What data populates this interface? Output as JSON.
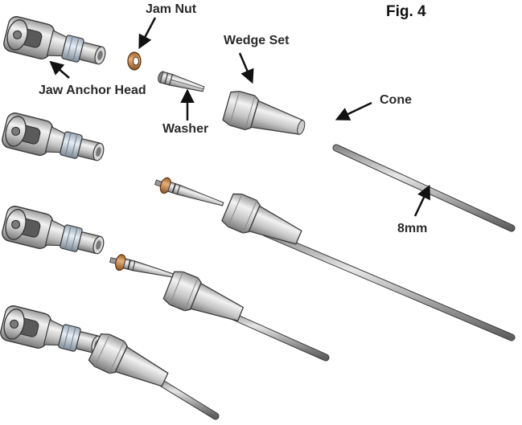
{
  "figure": {
    "label": "Fig. 4"
  },
  "callouts": {
    "jam_nut": "Jam Nut",
    "jaw_anchor_head": "Jaw Anchor Head",
    "washer": "Washer",
    "wedge_set": "Wedge Set",
    "cone": "Cone",
    "rod_size": "8mm"
  },
  "colors": {
    "steel_light": "#e8e8e8",
    "steel_mid": "#bdbdbd",
    "steel_dark": "#6b6b6b",
    "outline": "#3a3a3a",
    "bronze": "#c88a4e",
    "nut_blue": "#c9d4df",
    "label_text": "#2a2a2a",
    "arrow": "#111111"
  }
}
